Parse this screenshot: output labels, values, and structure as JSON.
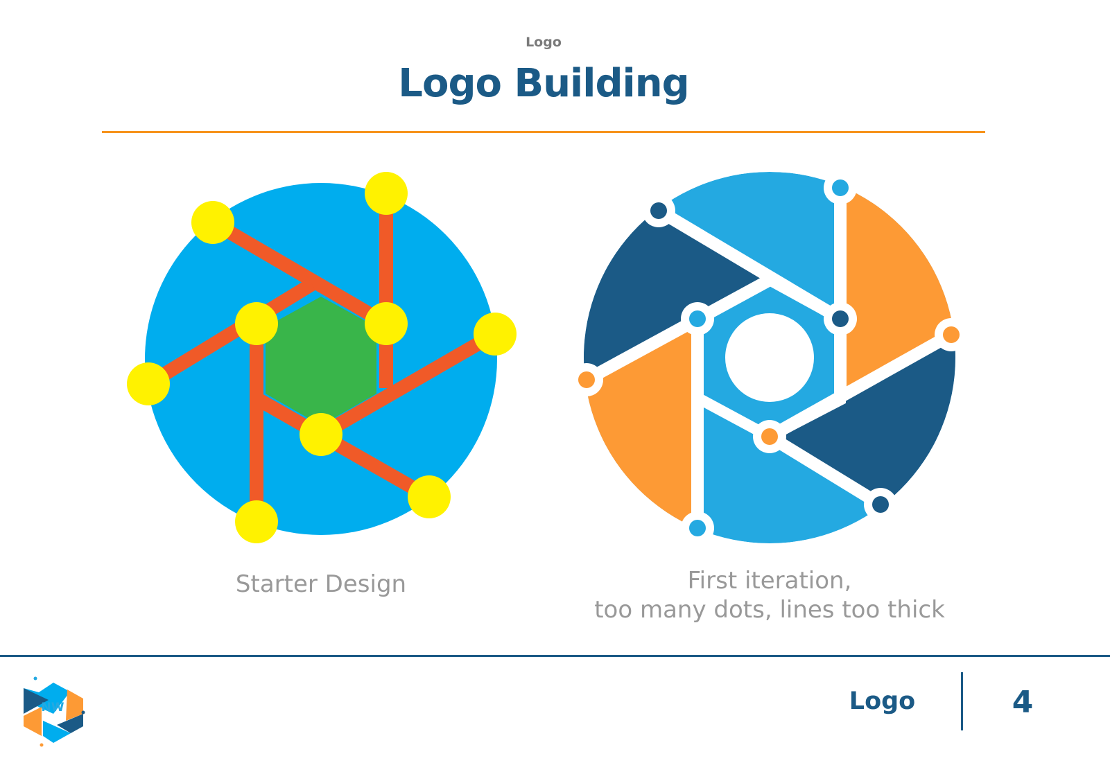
{
  "header": {
    "kicker": "Logo",
    "title": "Logo Building"
  },
  "figures": [
    {
      "caption": "Starter Design"
    },
    {
      "caption_line1": "First iteration,",
      "caption_line2": "too many dots, lines too thick"
    }
  ],
  "footer": {
    "section_label": "Logo",
    "page_number": "4",
    "logo_text": "NW"
  },
  "colors": {
    "title": "#1b5a86",
    "accent_orange": "#f7941d",
    "light_blue": "#24a9e1",
    "dark_blue": "#1b5a86",
    "orange": "#fd9a35",
    "starter_blue": "#00adee",
    "starter_green": "#39b54a",
    "starter_red": "#f05a28",
    "starter_yellow": "#fff200"
  }
}
